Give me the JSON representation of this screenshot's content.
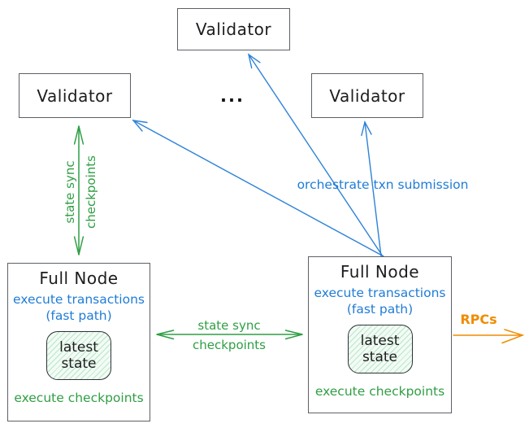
{
  "validators": {
    "top": {
      "label": "Validator"
    },
    "left": {
      "label": "Validator"
    },
    "right": {
      "label": "Validator"
    },
    "ellipsis": "..."
  },
  "full_node_left": {
    "title": "Full Node",
    "execute_transactions": "execute transactions",
    "fast_path": "(fast path)",
    "state_line1": "latest",
    "state_line2": "state",
    "execute_checkpoints": "execute checkpoints"
  },
  "full_node_right": {
    "title": "Full Node",
    "execute_transactions": "execute transactions",
    "fast_path": "(fast path)",
    "state_line1": "latest",
    "state_line2": "state",
    "execute_checkpoints": "execute checkpoints"
  },
  "edge_labels": {
    "validator_sync_line1": "state sync",
    "validator_sync_line2": "checkpoints",
    "node_sync_line1": "state sync",
    "node_sync_line2": "checkpoints",
    "orchestrate": "orchestrate txn submission",
    "rpcs": "RPCs"
  },
  "colors": {
    "blue": "#1f7cd6",
    "green": "#2f9e44",
    "orange": "#f08c00",
    "box_border": "#5c6166",
    "text": "#1d1d1f",
    "state_fill": "#f2fbf5",
    "state_hatch": "#b9e6c6"
  }
}
